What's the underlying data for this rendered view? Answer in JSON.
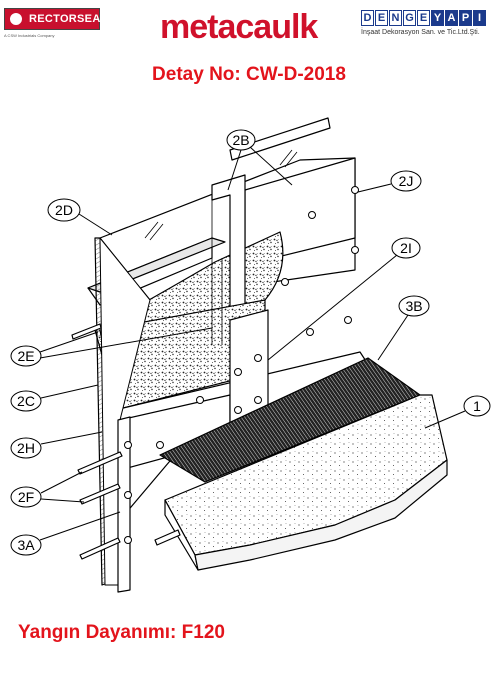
{
  "logos": {
    "rectorseal": {
      "name": "RECTORSEAL",
      "tagline": "A CSW Industrials Company"
    },
    "metacaulk": {
      "name": "metacaulk"
    },
    "dengeyapi": {
      "letters": [
        "D",
        "E",
        "N",
        "G",
        "E",
        "Y",
        "A",
        "P",
        "I"
      ],
      "subtitle": "İnşaat Dekorasyon San. ve Tic.Ltd.Şti."
    }
  },
  "title": "Detay No: CW-D-2018",
  "footer": "Yangın Dayanımı: F120",
  "callouts": [
    {
      "id": "2B",
      "label": "2B"
    },
    {
      "id": "2D",
      "label": "2D"
    },
    {
      "id": "2J",
      "label": "2J"
    },
    {
      "id": "2I",
      "label": "2I"
    },
    {
      "id": "3B",
      "label": "3B"
    },
    {
      "id": "2E",
      "label": "2E"
    },
    {
      "id": "2C",
      "label": "2C"
    },
    {
      "id": "1",
      "label": "1"
    },
    {
      "id": "2H",
      "label": "2H"
    },
    {
      "id": "2F",
      "label": "2F"
    },
    {
      "id": "3A",
      "label": "3A"
    }
  ],
  "colors": {
    "brand_red": "#e3141c",
    "dengeyapi_blue": "#1b3a8c",
    "line": "#000000"
  }
}
